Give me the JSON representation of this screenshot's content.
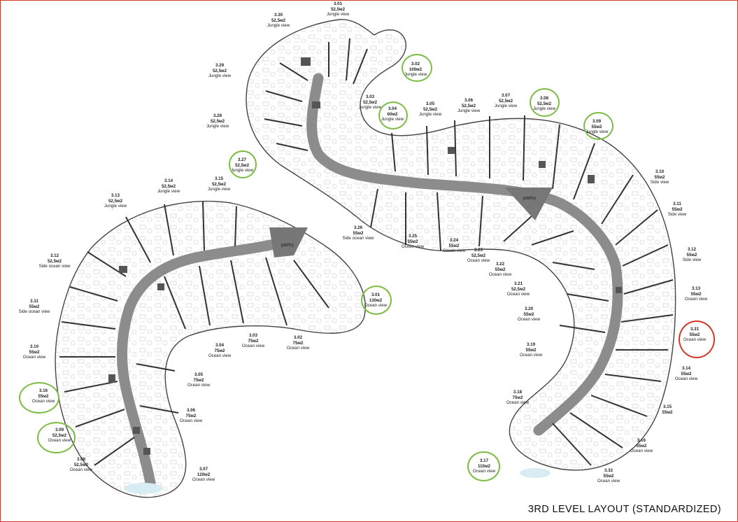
{
  "title": "3RD LEVEL LAYOUT (STANDARDIZED)",
  "pantry_label": "partry",
  "colors": {
    "highlight_green": "#7cbc43",
    "highlight_red": "#d3392b",
    "corridor": "#8c8c8c",
    "pantry": "#777777",
    "frame": "#d23a2a"
  },
  "units": [
    {
      "no": "3.01",
      "area": "52,5м2",
      "view": "Jungle view"
    },
    {
      "no": "3.30",
      "area": "52,5м2",
      "view": "Jungle view"
    },
    {
      "no": "3.29",
      "area": "52,5м2",
      "view": "Jungle view"
    },
    {
      "no": "3.28",
      "area": "52,5м2",
      "view": "Jungle view"
    },
    {
      "no": "3.02",
      "area": "100м2",
      "view": "Jungle view"
    },
    {
      "no": "3.03",
      "area": "52,5м2",
      "view": "Jungle view"
    },
    {
      "no": "3.04",
      "area": "60м2",
      "view": "Jungle view"
    },
    {
      "no": "3.05",
      "area": "52,5м2",
      "view": "Jungle view"
    },
    {
      "no": "3.06",
      "area": "52,5м2",
      "view": "Jungle view"
    },
    {
      "no": "3.07",
      "area": "52,5м2",
      "view": "Jungle view"
    },
    {
      "no": "3.08",
      "area": "52,5м2",
      "view": "Jungle view"
    },
    {
      "no": "3.09",
      "area": "55м2",
      "view": "Jungle view"
    },
    {
      "no": "3.27",
      "area": "52,5м2",
      "view": "Jungle view"
    },
    {
      "no": "3.10",
      "area": "55м2",
      "view": "Side view"
    },
    {
      "no": "3.11",
      "area": "55м2",
      "view": "Side view"
    },
    {
      "no": "3.12",
      "area": "55м2",
      "view": "Side view"
    },
    {
      "no": "3.13",
      "area": "55м2",
      "view": "Ocean view"
    },
    {
      "no": "3.31",
      "area": "55м2",
      "view": "Ocean view"
    },
    {
      "no": "3.14",
      "area": "55м2",
      "view": "Ocean view"
    },
    {
      "no": "3.15",
      "area": "55м2",
      "view": ""
    },
    {
      "no": "3.16",
      "area": "55м2",
      "view": "Ocean view"
    },
    {
      "no": "3.32",
      "area": "55м2",
      "view": "Ocean view"
    },
    {
      "no": "3.17",
      "area": "110м2",
      "view": "Ocean view"
    },
    {
      "no": "3.18",
      "area": "75м2",
      "view": "Ocean view"
    },
    {
      "no": "3.19",
      "area": "55м2",
      "view": "Ocean view"
    },
    {
      "no": "3.20",
      "area": "55м2",
      "view": "Ocean view"
    },
    {
      "no": "3.21",
      "area": "52,5м2",
      "view": "Ocean view"
    },
    {
      "no": "3.22",
      "area": "55м2",
      "view": "Ocean view"
    },
    {
      "no": "3.23",
      "area": "52,5м2",
      "view": "Ocean view"
    },
    {
      "no": "3.24",
      "area": "55м2",
      "view": "Ocean view"
    },
    {
      "no": "3.25",
      "area": "55м2",
      "view": "Ocean view"
    },
    {
      "no": "3.26",
      "area": "55м2",
      "view": "Side ocean view"
    },
    {
      "no": "3.14",
      "area": "52,5м2",
      "view": "Jungle view"
    },
    {
      "no": "3.15",
      "area": "52,5м2",
      "view": "Jungle view"
    },
    {
      "no": "3.13",
      "area": "52,5м2",
      "view": "Jungle view"
    },
    {
      "no": "3.12",
      "area": "52,5м2",
      "view": "Side ocean view"
    },
    {
      "no": "3.11",
      "area": "55м2",
      "view": "Side ocean view"
    },
    {
      "no": "3.10",
      "area": "55м2",
      "view": "Ocean view"
    },
    {
      "no": "3.16",
      "area": "55м2",
      "view": "Ocean view"
    },
    {
      "no": "3.09",
      "area": "52,5м2",
      "view": "Ocean view"
    },
    {
      "no": "3.08",
      "area": "52,5м2",
      "view": "Ocean view"
    },
    {
      "no": "3.07",
      "area": "120м2",
      "view": "Ocean view"
    },
    {
      "no": "3.06",
      "area": "75м2",
      "view": "Ocean view"
    },
    {
      "no": "3.05",
      "area": "75м2",
      "view": "Ocean view"
    },
    {
      "no": "3.04",
      "area": "75м2",
      "view": "Ocean view"
    },
    {
      "no": "3.03",
      "area": "75м2",
      "view": "Ocean view"
    },
    {
      "no": "3.02",
      "area": "75м2",
      "view": "Ocean view"
    },
    {
      "no": "3.01",
      "area": "130м2",
      "view": "Ocean view"
    }
  ],
  "highlights": [
    {
      "unit": "3.02",
      "status": "green"
    },
    {
      "unit": "3.04",
      "status": "green"
    },
    {
      "unit": "3.08",
      "status": "green"
    },
    {
      "unit": "3.09",
      "status": "green"
    },
    {
      "unit": "3.27",
      "status": "green"
    },
    {
      "unit": "3.31",
      "status": "red"
    },
    {
      "unit": "3.17",
      "status": "green"
    },
    {
      "unit": "3.01",
      "status": "green"
    },
    {
      "unit": "3.16",
      "status": "green"
    },
    {
      "unit": "3.09",
      "status": "green"
    }
  ]
}
